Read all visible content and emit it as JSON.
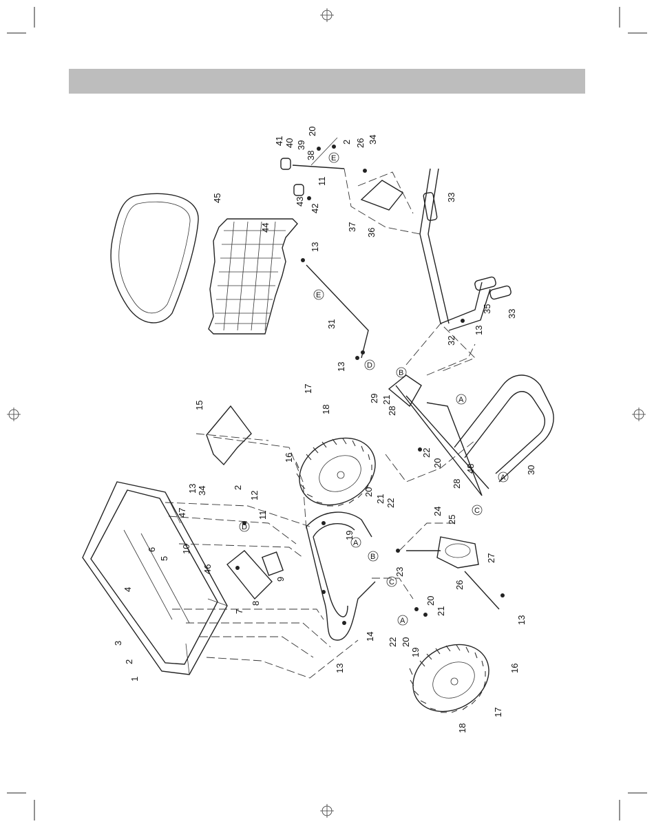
{
  "page": {
    "header_title": ""
  },
  "callout_letters": {
    "a": "A",
    "b": "B",
    "c": "C",
    "d": "D",
    "e": "E"
  },
  "part_numbers": {
    "p1": "1",
    "p2": "2",
    "p3": "3",
    "p4": "4",
    "p5": "5",
    "p6": "6",
    "p7": "7",
    "p8": "8",
    "p9": "9",
    "p10": "10",
    "p11": "11",
    "p12": "12",
    "p13": "13",
    "p14": "14",
    "p15": "15",
    "p16": "16",
    "p17": "17",
    "p18": "18",
    "p19": "19",
    "p20": "20",
    "p21": "21",
    "p22": "22",
    "p23": "23",
    "p24": "24",
    "p25": "25",
    "p26": "26",
    "p27": "27",
    "p28": "28",
    "p29": "29",
    "p30": "30",
    "p31": "31",
    "p32": "32",
    "p33": "33",
    "p34": "34",
    "p35": "35",
    "p36": "36",
    "p37": "37",
    "p38": "38",
    "p39": "39",
    "p40": "40",
    "p41": "41",
    "p42": "42",
    "p43": "43",
    "p44": "44",
    "p45": "45",
    "p46": "46",
    "p47": "47",
    "p48": "48"
  }
}
